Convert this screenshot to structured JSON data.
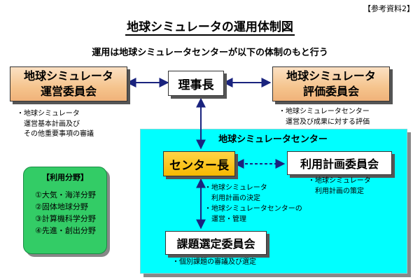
{
  "reference_label": "【参考資料2】",
  "title": "地球シミュレータの運用体制図",
  "subtitle": "運用は地球シミュレータセンターが以下の体制のもと行う",
  "boxes": {
    "operations_committee": {
      "line1": "地球シミュレータ",
      "line2": "運営委員会"
    },
    "chairman": "理事長",
    "evaluation_committee": {
      "line1": "地球シミュレータ",
      "line2": "評価委員会"
    },
    "center_director": "センター長",
    "usage_committee": "利用計画委員会",
    "selection_committee": "課題選定委員会"
  },
  "center_label": "地球シミュレータセンター",
  "notes": {
    "operations": "・地球シミュレータ\n　運営基本計画及び\n　その他重要事項の審議",
    "evaluation": "・地球シミュレータセンター\n　運営及び成果に対する評価",
    "usage": "・地球シミュレータ\n　利用計画の策定",
    "director_1": "・地球シミュレータ\n　利用計画の決定",
    "director_2": "・地球シミュレータセンターの\n　運営・管理",
    "selection": "・個別課題の審議及び選定"
  },
  "fields": {
    "title": "【利用分野】",
    "items": [
      "①大気・海洋分野",
      "②固体地球分野",
      "③計算機科学分野",
      "④先進・創出分野"
    ]
  },
  "colors": {
    "center_background": "#00ffff",
    "field_background": "#33cc66",
    "director_box": "#f6b800",
    "committee_box": "#f5c48d",
    "arrow": "#1a237e"
  }
}
